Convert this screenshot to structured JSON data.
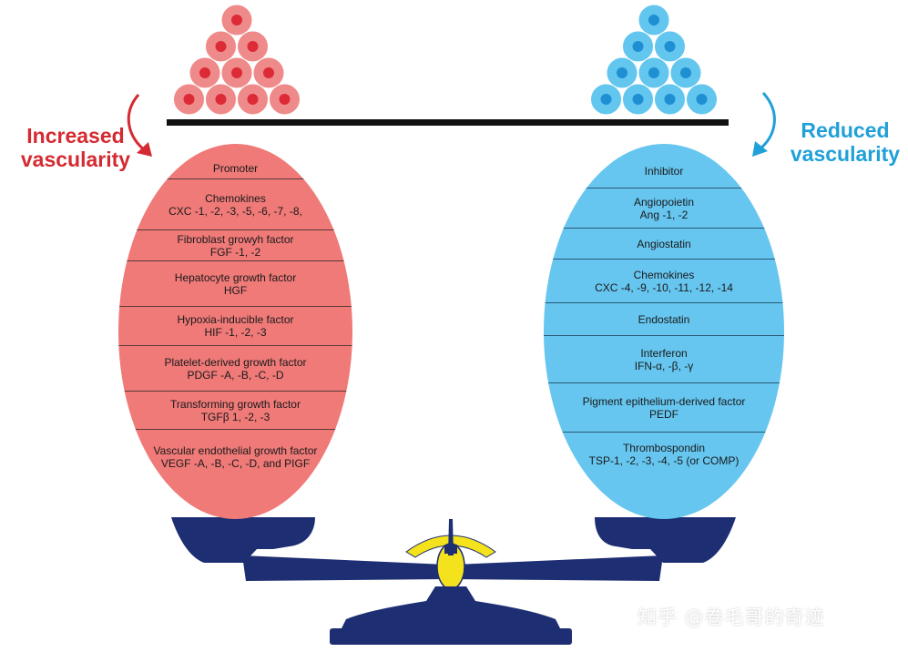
{
  "labels": {
    "increased": "Increased vascularity",
    "reduced": "Reduced vascularity"
  },
  "colors": {
    "red_cell": "#ef8a8a",
    "red_nucleus": "#dc2a36",
    "blue_cell": "#62c6ef",
    "blue_nucleus": "#1e8fd2",
    "increased_text": "#d42a32",
    "reduced_text": "#20a0d8",
    "scale_navy": "#1e2e72",
    "scale_yellow": "#f4e21c"
  },
  "promoters": [
    {
      "lines": [
        "Promoter"
      ]
    },
    {
      "lines": [
        "Chemokines",
        "CXC -1, -2, -3, -5, -6, -7, -8,"
      ]
    },
    {
      "lines": [
        "Fibroblast growyh factor",
        "FGF -1, -2"
      ]
    },
    {
      "lines": [
        "Hepatocyte growth factor",
        "HGF"
      ]
    },
    {
      "lines": [
        "Hypoxia-inducible factor",
        "HIF -1, -2, -3"
      ]
    },
    {
      "lines": [
        "Platelet-derived growth factor",
        "PDGF -A, -B, -C, -D"
      ]
    },
    {
      "lines": [
        "Transforming growth factor",
        "TGFβ 1, -2, -3"
      ]
    },
    {
      "lines": [
        "Vascular endothelial growth factor",
        "VEGF -A, -B, -C, -D, and PIGF"
      ]
    }
  ],
  "inhibitors": [
    {
      "lines": [
        "Inhibitor"
      ]
    },
    {
      "lines": [
        "Angiopoietin",
        "Ang -1, -2"
      ]
    },
    {
      "lines": [
        "Angiostatin"
      ]
    },
    {
      "lines": [
        "Chemokines",
        "CXC -4, -9, -10, -11, -12, -14"
      ]
    },
    {
      "lines": [
        "Endostatin"
      ]
    },
    {
      "lines": [
        "Interferon",
        "IFN-α, -β, -γ"
      ]
    },
    {
      "lines": [
        "Pigment epithelium-derived factor",
        "PEDF"
      ]
    },
    {
      "lines": [
        "Thrombospondin",
        "TSP-1, -2, -3, -4, -5 (or COMP)"
      ]
    }
  ],
  "watermark": "知乎 @卷毛哥的奇迹"
}
